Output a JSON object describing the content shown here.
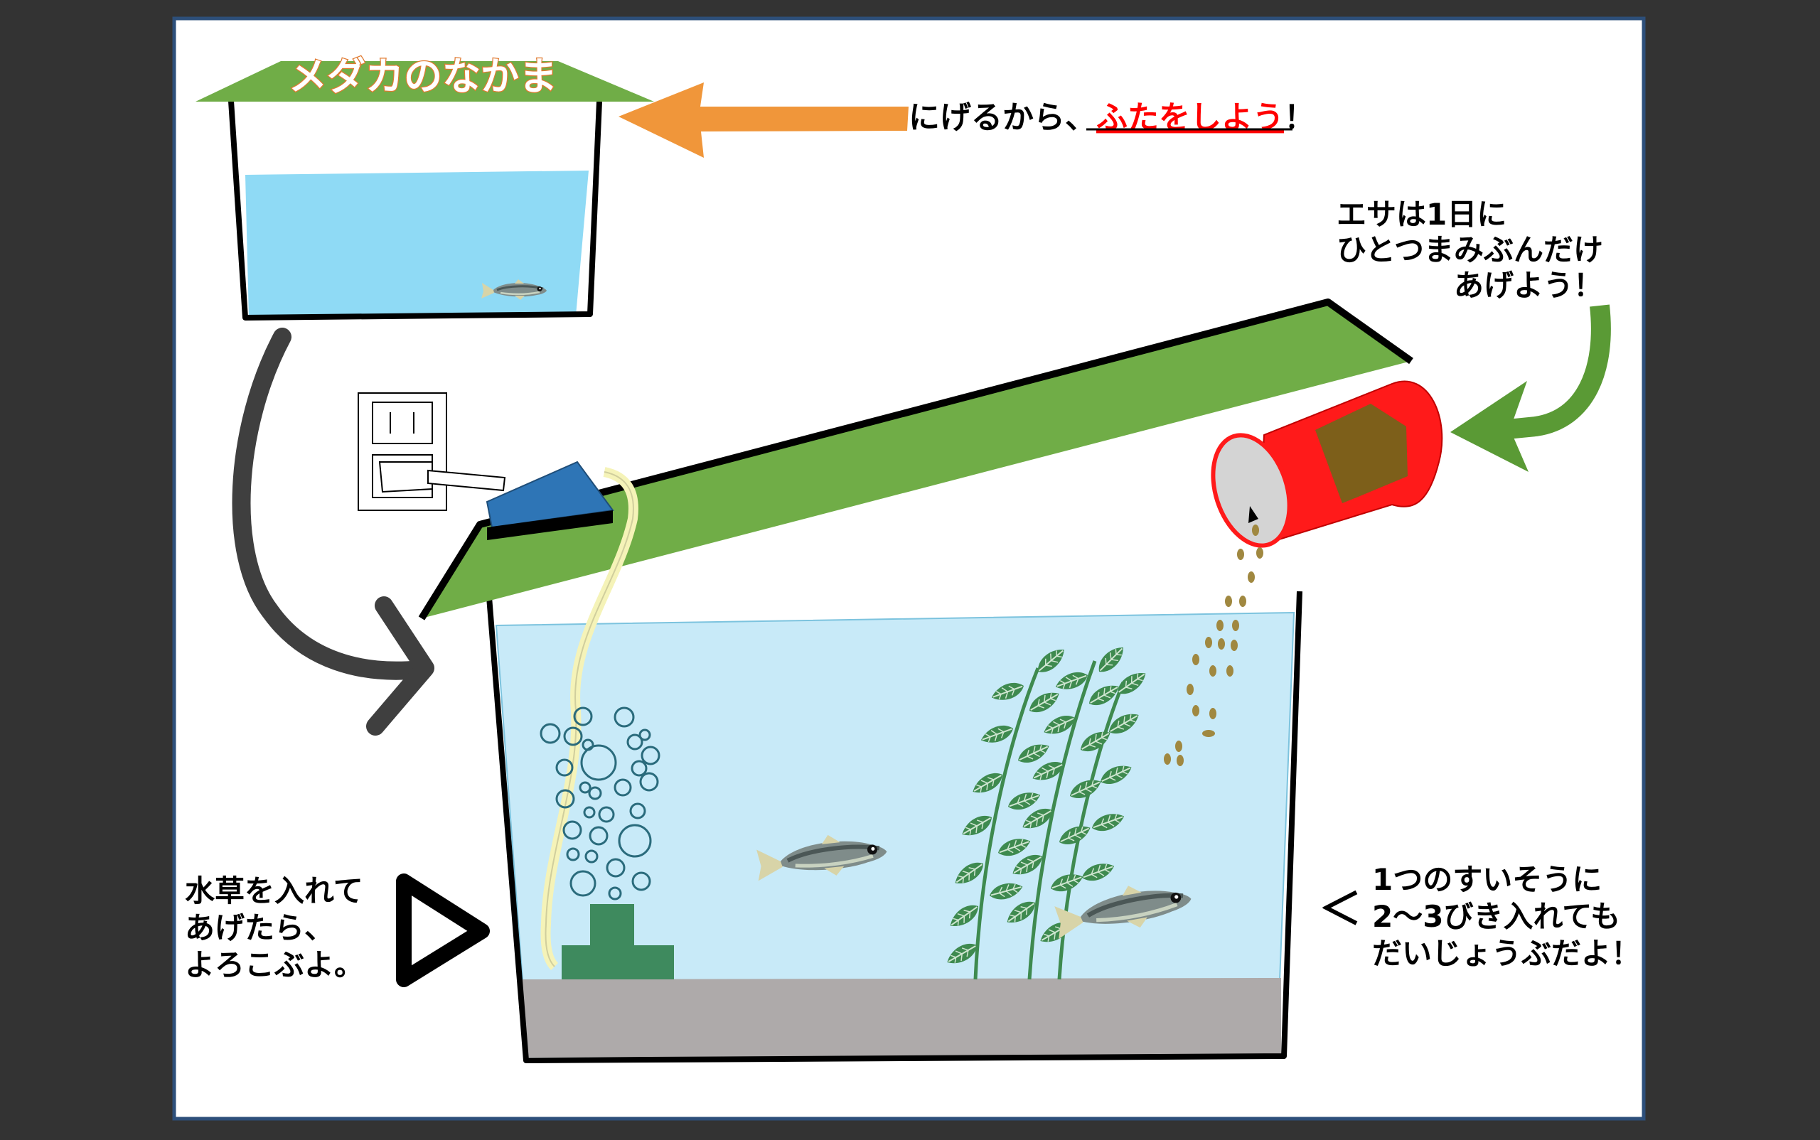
{
  "box_title": "メダカのなかま",
  "lid_note": {
    "prefix": "にげるから、",
    "highlight": "ふたをしよう",
    "suffix": "！"
  },
  "food_note": {
    "line1": "エサは1日に",
    "line2": "ひとつまみぶんだけ",
    "line3": "あげよう！"
  },
  "plants_note": {
    "line1": "水草を入れて",
    "line2": "あげたら、",
    "line3": "よろこぶよ。"
  },
  "count_note": {
    "arrow": "＜",
    "line1": "1つのすいそうに",
    "line2": "2〜3びき入れても",
    "line3": "だいじょうぶだよ！"
  },
  "colors": {
    "background": "#333333",
    "canvas": "#ffffff",
    "canvas_border": "#2d4f7a",
    "water": "#c8eaf8",
    "box_water": "#8fdaf5",
    "lid_green": "#70ad47",
    "orange_arrow": "#f0963a",
    "green_arrow": "#5a9a35",
    "dark_arrow": "#3f3f3f",
    "food_can": "#ff1a1a",
    "gravel": "#aeaaaa",
    "highlight_red": "#ff0000"
  }
}
